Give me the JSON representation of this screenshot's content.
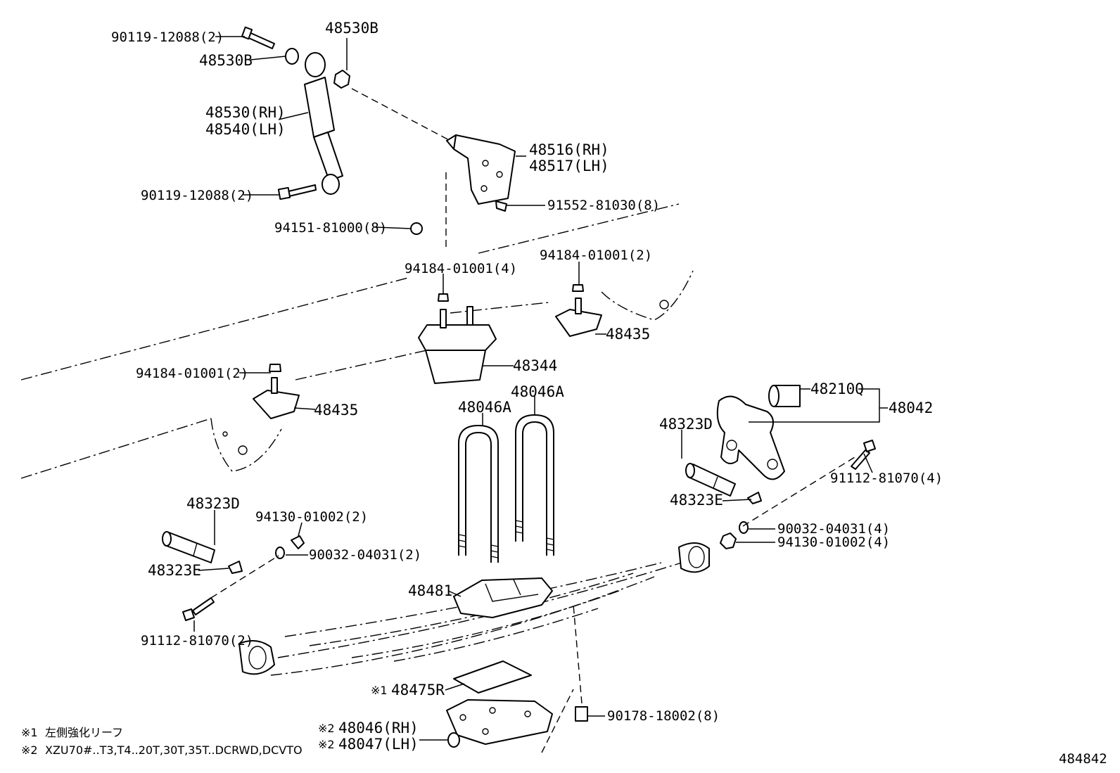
{
  "diagram": {
    "drawing_number": "484842",
    "labels": {
      "bolt_shock_upper": "90119-12088(2)",
      "washer_upper": "48530B",
      "nut_upper": "48530B",
      "shock_absorber": [
        "48530(RH)",
        "48540(LH)"
      ],
      "bolt_shock_lower": "90119-12088(2)",
      "bracket": [
        "48516(RH)",
        "48517(LH)"
      ],
      "bracket_bolt": "91552-81030(8)",
      "bracket_nut": "94151-81000(8)",
      "nut_bumper_center": "94184-01001(4)",
      "nut_bumper_right": "94184-01001(2)",
      "nut_bumper_left": "94184-01001(2)",
      "bumper_right": "48435",
      "bumper_main": "48344",
      "bumper_left": "48435",
      "ubolt_left": "48046A",
      "ubolt_right": "48046A",
      "bushing_shackle": "48210Q",
      "shackle_assy": "48042",
      "pin_right": "48323D",
      "shackle_bolt": "91112-81070(4)",
      "fitting_right": "48323E",
      "washer_right": "90032-04031(4)",
      "nut_right": "94130-01002(4)",
      "pin_left": "48323D",
      "nut_left": "94130-01002(2)",
      "washer_left": "90032-04031(2)",
      "fitting_left": "48323E",
      "bolt_left": "91112-81070(2)",
      "spring_seat": "48481",
      "leaf_plate_mark": "※1",
      "leaf_plate": "48475R",
      "nut_ubolt": "90178-18002(8)",
      "seat_lower_mark": "※2",
      "seat_lower": [
        "48046(RH)",
        "48047(LH)"
      ]
    },
    "notes": [
      {
        "mark": "※1",
        "text": "左側強化リーフ"
      },
      {
        "mark": "※2",
        "text": "XZU70#..T3,T4..20T,30T,35T..DCRWD,DCVTO"
      }
    ]
  }
}
